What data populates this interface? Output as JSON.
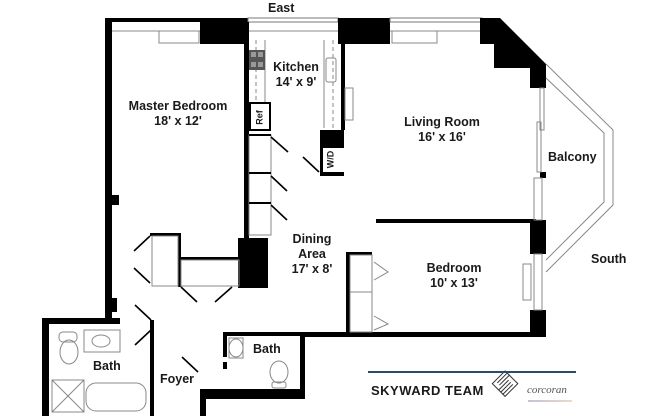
{
  "compass": {
    "top": "East",
    "right": "South"
  },
  "rooms": [
    {
      "name": "Master Bedroom",
      "size": "18' x 12'"
    },
    {
      "name": "Kitchen",
      "size": "14' x 9'"
    },
    {
      "name": "Living Room",
      "size": "16' x 16'"
    },
    {
      "name": "Dining Area",
      "name_line2": "Area",
      "name_line1": "Dining",
      "size": "17' x 8'"
    },
    {
      "name": "Bedroom",
      "size": "10' x 13'"
    },
    {
      "name": "Bath"
    },
    {
      "name": "Bath"
    },
    {
      "name": "Foyer"
    },
    {
      "name": "Balcony"
    }
  ],
  "fixtures": {
    "refrigerator": "Ref",
    "washer_dryer": "W/D"
  },
  "branding": {
    "team": "SKYWARD TEAM",
    "brokerage": "corcoran",
    "accent_color": "#2a4d66"
  }
}
